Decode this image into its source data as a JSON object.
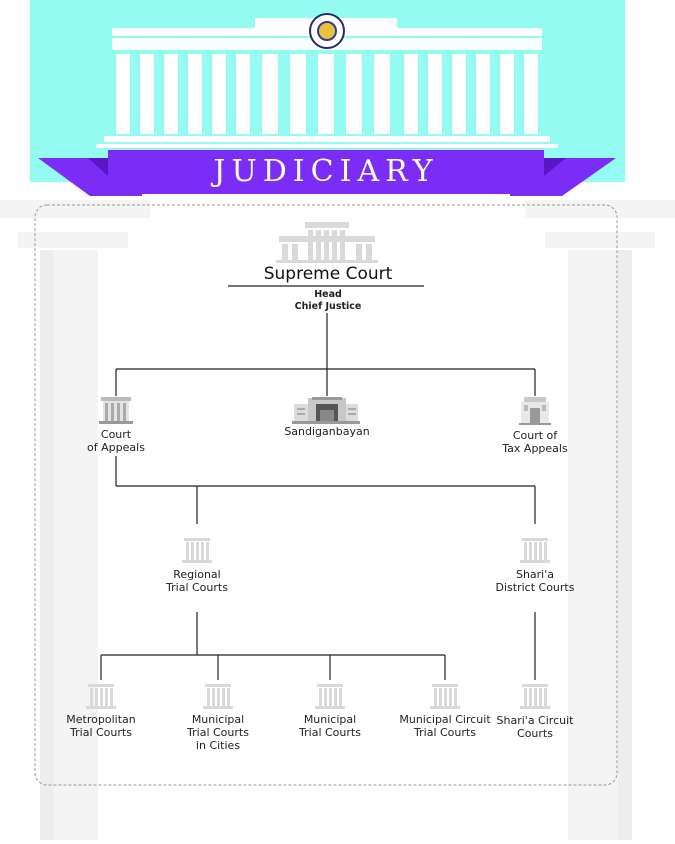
{
  "header": {
    "title": "JUDICIARY",
    "colors": {
      "sky": "#93fbf1",
      "ribbon": "#7b2cf5",
      "ribbon_dark": "#5a16c4"
    }
  },
  "supreme_court": {
    "title": "Supreme Court",
    "head_label": "Head",
    "head_value": "Chief Justice"
  },
  "courts": {
    "court_of_appeals": [
      "Court",
      "of Appeals"
    ],
    "sandiganbayan": [
      "Sandiganbayan"
    ],
    "court_of_tax_appeals": [
      "Court of",
      "Tax Appeals"
    ],
    "regional_trial_courts": [
      "Regional",
      "Trial Courts"
    ],
    "sharia_district_courts": [
      "Shari'a",
      "District Courts"
    ],
    "metropolitan_trial_courts": [
      "Metropolitan",
      "Trial Courts"
    ],
    "municipal_trial_courts_cities": [
      "Municipal",
      "Trial Courts",
      "in Cities"
    ],
    "municipal_trial_courts": [
      "Municipal",
      "Trial Courts"
    ],
    "municipal_circuit_trial_courts": [
      "Municipal Circuit",
      "Trial Courts"
    ],
    "sharia_circuit_courts": [
      "Shari'a Circuit",
      "Courts"
    ]
  },
  "icons": {
    "seal": "seal-icon",
    "supreme_court": "courthouse-large-icon",
    "court_of_appeals": "courthouse-icon",
    "sandiganbayan": "government-building-icon",
    "court_of_tax_appeals": "tower-building-icon",
    "trial_courts": "courthouse-small-icon"
  }
}
